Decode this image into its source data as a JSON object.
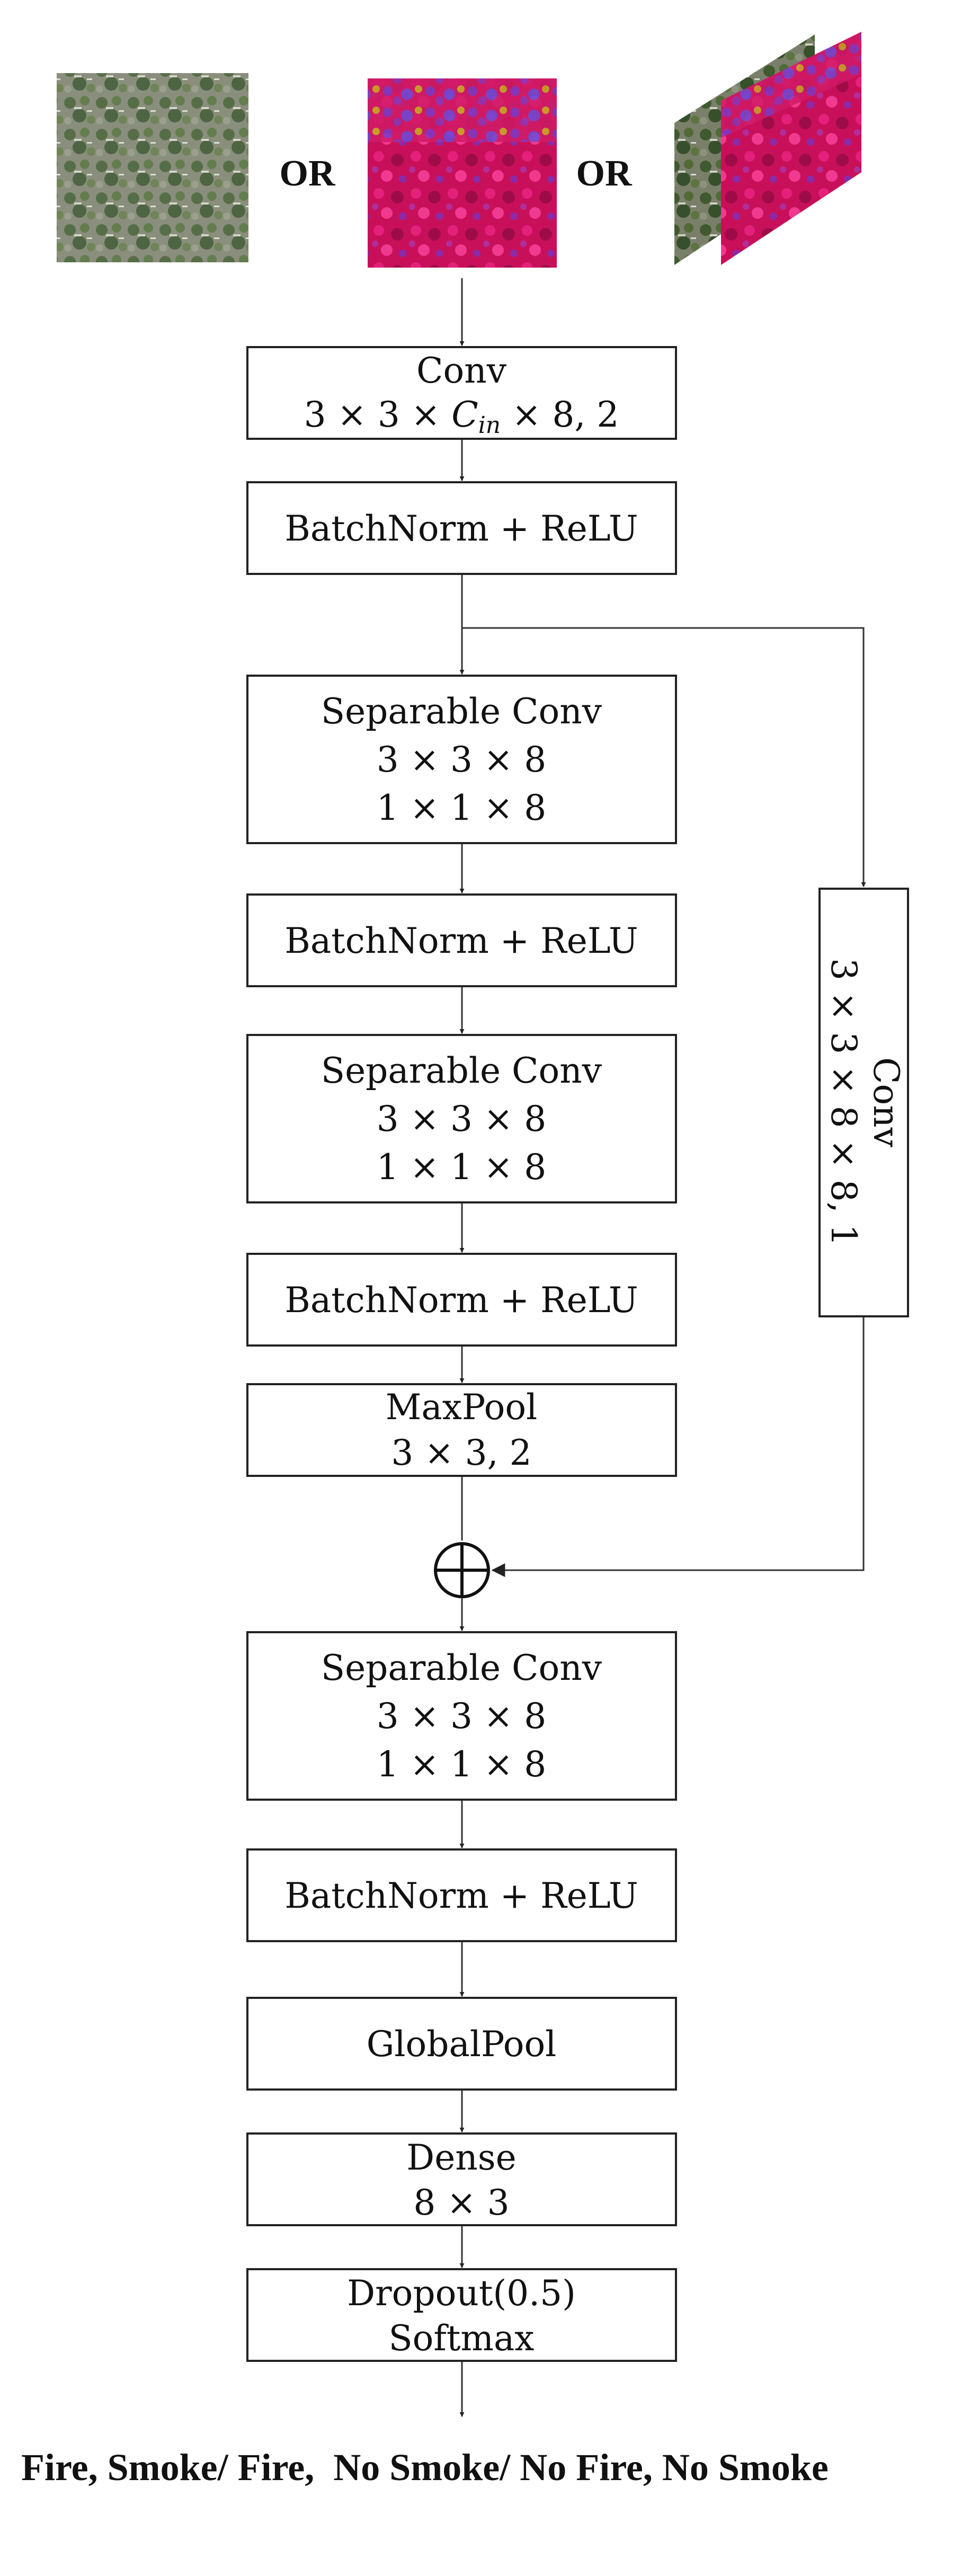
{
  "inputs": {
    "or_1": "OR",
    "or_2": "OR"
  },
  "layers": {
    "conv1": {
      "line1": "Conv",
      "line2_prefix": "3 × 3 × ",
      "line2_sub_C": "C",
      "line2_sub_in": "in",
      "line2_suffix": " × 8, 2"
    },
    "bn1": {
      "line1": "BatchNorm + ReLU"
    },
    "sep1": {
      "line1": "Separable Conv",
      "line2": "3 × 3 × 8",
      "line3": "1 × 1 × 8"
    },
    "bn2": {
      "line1": "BatchNorm + ReLU"
    },
    "sep2": {
      "line1": "Separable Conv",
      "line2": "3 × 3 × 8",
      "line3": "1 × 1 × 8"
    },
    "bn3": {
      "line1": "BatchNorm + ReLU"
    },
    "maxpool": {
      "line1": "MaxPool",
      "line2": "3 × 3, 2"
    },
    "sep3": {
      "line1": "Separable Conv",
      "line2": "3 × 3 × 8",
      "line3": "1 × 1 × 8"
    },
    "bn4": {
      "line1": "BatchNorm + ReLU"
    },
    "globalpool": {
      "line1": "GlobalPool"
    },
    "dense": {
      "line1": "Dense",
      "line2": "8 × 3"
    },
    "dropout": {
      "line1": "Dropout(0.5)",
      "line2": "Softmax"
    },
    "skip_conv": {
      "line1": "Conv",
      "line2": "3 × 3 × 8 × 8, 1"
    }
  },
  "output_label": "Fire, Smoke/ Fire,  No Smoke/ No Fire, No Smoke",
  "colors": {
    "stroke": "#222222",
    "text": "#111111",
    "fire_magenta": "#d4105c",
    "forest_green": "#5e6b4a"
  }
}
